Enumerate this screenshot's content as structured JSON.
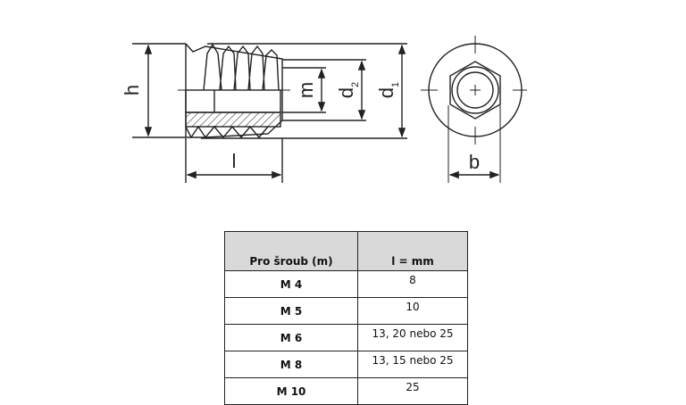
{
  "diagram": {
    "labels": {
      "h": "h",
      "l": "l",
      "m": "m",
      "d2": "d",
      "d2_sub": "2",
      "d1": "d",
      "d1_sub": "1",
      "b": "b"
    }
  },
  "table": {
    "headers": [
      "Pro šroub (m)",
      "l = mm"
    ],
    "rows": [
      [
        "M 4",
        "8"
      ],
      [
        "M 5",
        "10"
      ],
      [
        "M 6",
        "13, 20 nebo 25"
      ],
      [
        "M 8",
        "13, 15 nebo 25"
      ],
      [
        "M 10",
        "25"
      ]
    ]
  }
}
